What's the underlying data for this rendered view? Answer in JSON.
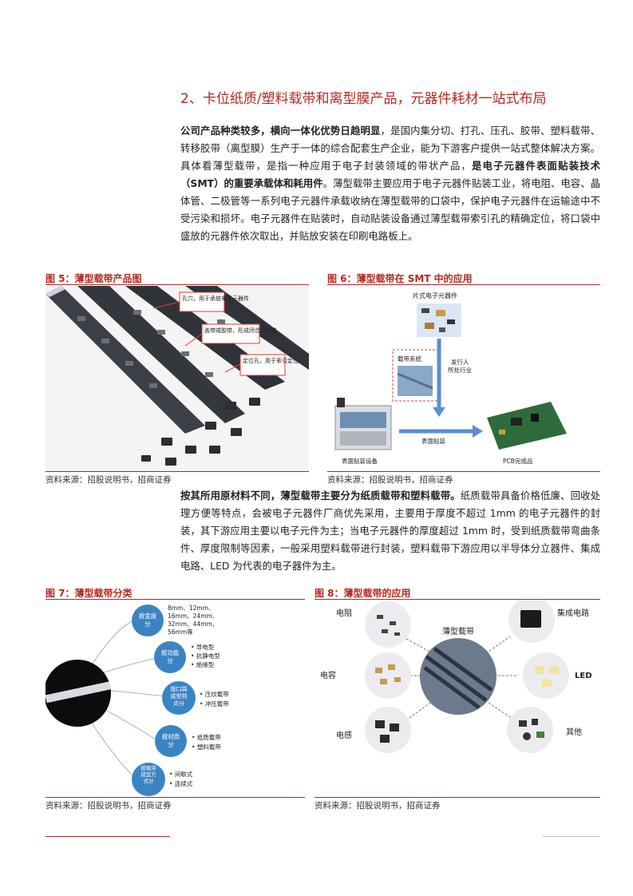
{
  "section": {
    "title": "2、卡位纸质/塑料载带和离型膜产品，元器件耗材一站式布局"
  },
  "para1": {
    "bold1": "公司产品种类较多，横向一体化优势日趋明显",
    "text1": "，是国内集分切、打孔、压孔、胶带、塑料载带、转移胶带（离型膜）生产于一体的综合配套生产企业，能为下游客户提供一站式整体解决方案。具体看薄型载带，是指一种应用于电子封装领域的带状产品，",
    "bold2": "是电子元器件表面贴装技术（SMT）的重要承载体和耗用件",
    "text2": "。薄型载带主要应用于电子元器件贴装工业，将电阻、电容、晶体管、二极管等一系列电子元器件承载收纳在薄型载带的口袋中，保护电子元器件在运输途中不受污染和损坏。电子元器件在贴装时，自动贴装设备通过薄型载带索引孔的精确定位，将口袋中盛放的元器件依次取出，并贴放安装在印刷电路板上。"
  },
  "fig5": {
    "title": "图 5：薄型载带产品图",
    "callouts": [
      "孔穴，用于承放电子元器件",
      "盖带或胶带，形成闭合式封装",
      "定位孔，用于索引定位"
    ],
    "source": "资料来源：招股说明书，招商证券"
  },
  "fig6": {
    "title": "图 6：薄型载带在 SMT 中的应用",
    "label_chips": "片式电子元器件",
    "label_carrier": "载带系统",
    "label_industry": "发行人\n所处行业",
    "label_mount": "表面贴装",
    "label_machine": "表面贴装设备",
    "label_pcb": "PCB完成品",
    "source": "资料来源：招股说明书，招商证券"
  },
  "para2": {
    "bold1": "按其所用原材料不同，薄型载带主要分为纸质载带和塑料载带。",
    "text1": "纸质载带具备价格低廉、回收处理方便等特点，会被电子元器件厂商优先采用，主要用于厚度不超过 1mm 的电子元器件的封装，其下游应用主要以电子元件为主；当电子元器件的厚度超过 1mm 时，受到纸质载带弯曲条件、厚度限制等因素，一般采用塑料载带进行封装，塑料载带下游应用以半导体分立器件、集成电路、LED 为代表的电子器件为主。"
  },
  "fig7": {
    "title": "图 7：薄型载带分类",
    "nodes": [
      {
        "label": "按宽度分",
        "items": [
          "8mm、12mm、",
          "16mm、24mm、",
          "32mm、44mm、",
          "56mm等"
        ]
      },
      {
        "label": "按功能分",
        "items": [
          "导电型",
          "抗静电型",
          "绝缘型"
        ]
      },
      {
        "label": "按口袋成型特点分",
        "items": [
          "压纹载带",
          "冲压载带"
        ]
      },
      {
        "label": "按材质分",
        "items": [
          "纸质载带",
          "塑料载带"
        ]
      },
      {
        "label": "按载带成型方式分",
        "items": [
          "间歇式",
          "连续式"
        ]
      }
    ],
    "source": "资料来源：招股说明书，招商证券"
  },
  "fig8": {
    "title": "图 8：薄型载带的应用",
    "center": "薄型载带",
    "labels": [
      "电阻",
      "集成电路",
      "电容",
      "LED",
      "电感",
      "其他"
    ],
    "source": "资料来源：招股说明书，招商证券"
  },
  "colors": {
    "accent": "#b5291f",
    "node_blue": "#3b84c4"
  }
}
